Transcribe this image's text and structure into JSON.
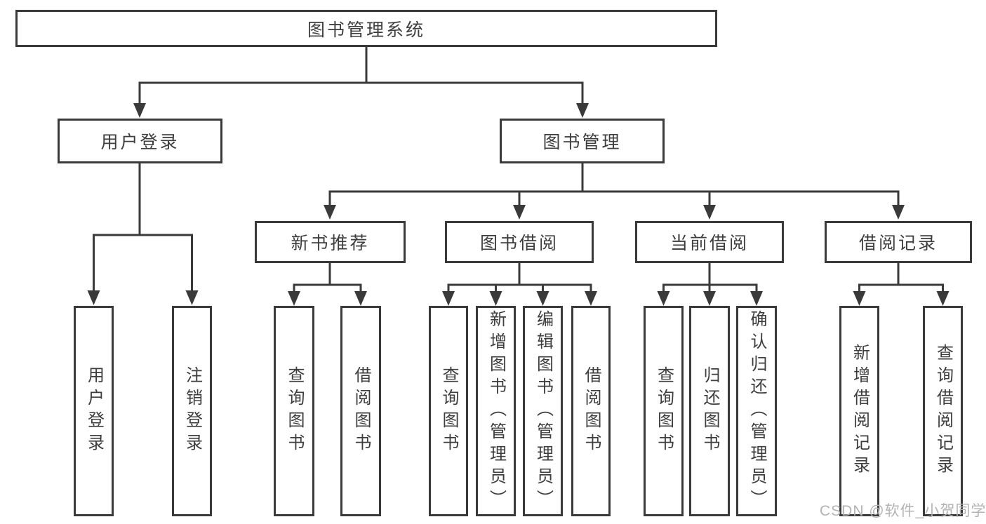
{
  "page": {
    "background": "#ffffff",
    "line_color": "#3a3a3a",
    "text_color": "#3d3d3d",
    "watermark_color": "#b3b3b3"
  },
  "diagram": {
    "type": "tree",
    "root": {
      "label": "图书管理系统"
    },
    "nodes": [
      {
        "label": "用户登录",
        "children": [
          {
            "label": "用户登录"
          },
          {
            "label": "注销登录"
          }
        ]
      },
      {
        "label": "图书管理",
        "children": [
          {
            "label": "新书推荐",
            "children": [
              {
                "label": "查询图书"
              },
              {
                "label": "借阅图书"
              }
            ]
          },
          {
            "label": "图书借阅",
            "children": [
              {
                "label": "查询图书"
              },
              {
                "label": "新增图书（管理员）"
              },
              {
                "label": "编辑图书（管理员）"
              },
              {
                "label": "借阅图书"
              }
            ]
          },
          {
            "label": "当前借阅",
            "children": [
              {
                "label": "查询图书"
              },
              {
                "label": "归还图书"
              },
              {
                "label": "确认归还（管理员）"
              }
            ]
          },
          {
            "label": "借阅记录",
            "children": [
              {
                "label": "新增借阅记录"
              },
              {
                "label": "查询借阅记录"
              }
            ]
          }
        ]
      }
    ],
    "watermark": "CSDN @软件_小贺同学"
  }
}
